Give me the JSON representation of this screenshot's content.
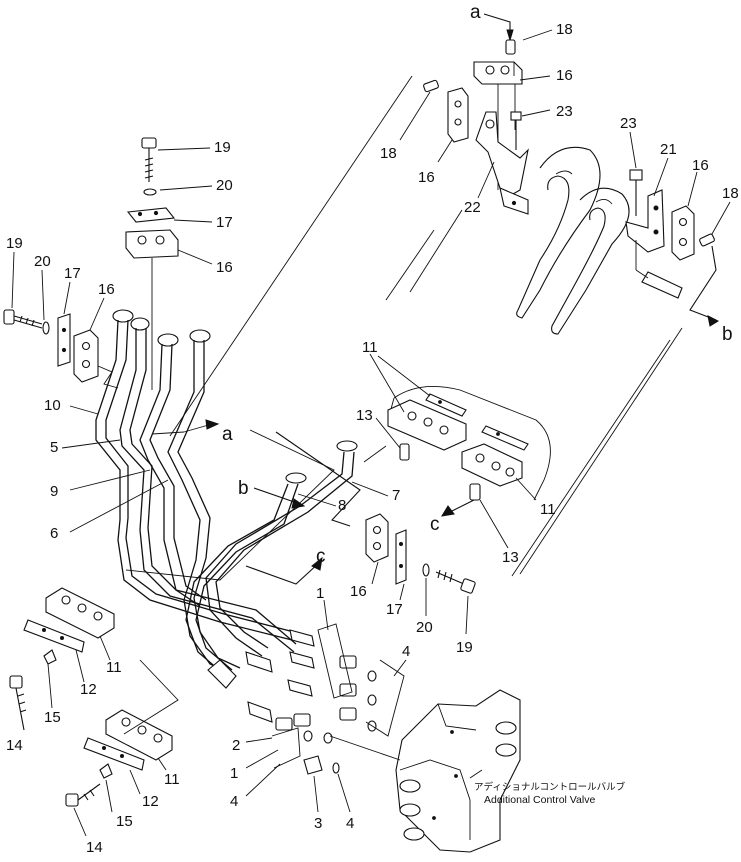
{
  "diagram": {
    "callouts": {
      "c1a": "1",
      "c1b": "1",
      "c2": "2",
      "c3": "3",
      "c4a": "4",
      "c4b": "4",
      "c4c": "4",
      "c5": "5",
      "c6": "6",
      "c7": "7",
      "c8": "8",
      "c9": "9",
      "c10": "10",
      "c11a": "11",
      "c11b": "11",
      "c11c": "11",
      "c11d": "11",
      "c12a": "12",
      "c12b": "12",
      "c13a": "13",
      "c13b": "13",
      "c14a": "14",
      "c14b": "14",
      "c15a": "15",
      "c15b": "15",
      "c16a": "16",
      "c16b": "16",
      "c16c": "16",
      "c16d": "16",
      "c16e": "16",
      "c16f": "16",
      "c17a": "17",
      "c17b": "17",
      "c17c": "17",
      "c18a": "18",
      "c18b": "18",
      "c18c": "18",
      "c19a": "19",
      "c19b": "19",
      "c19c": "19",
      "c20a": "20",
      "c20b": "20",
      "c20c": "20",
      "c21": "21",
      "c22": "22",
      "c23a": "23",
      "c23b": "23"
    },
    "letters": {
      "a_top": "a",
      "a_mid": "a",
      "b_right": "b",
      "b_mid": "b",
      "c_mid": "c",
      "c_right": "c"
    },
    "caption": {
      "japanese": "アディショナルコントロールバルブ",
      "english": "Additional Control Valve"
    }
  }
}
